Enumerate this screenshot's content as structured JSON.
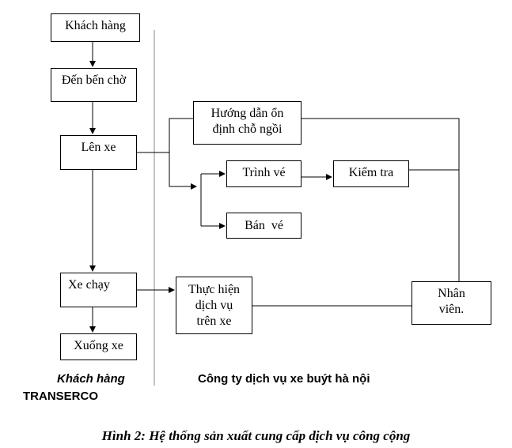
{
  "customer_steps": {
    "s1": "Khách hàng",
    "s2": "Đến bến chờ",
    "s3": "Lên xe",
    "s4": "Xe chạy",
    "s5": "Xuống xe"
  },
  "company_steps": {
    "guide_l1": "Hướng dẫn ổn",
    "guide_l2": "định chỗ ngồi",
    "show_ticket": "Trình vé",
    "check": "Kiểm tra",
    "sell_ticket": "Bán  vé",
    "service_l1": "Thực hiện",
    "service_l2": "dịch vụ",
    "service_l3": "trên xe",
    "staff_l1": "Nhân",
    "staff_l2": "viên."
  },
  "labels": {
    "customer_lane": "Khách hàng",
    "transerco": "TRANSERCO",
    "company_lane": "Công ty dịch vụ xe buýt hà nội"
  },
  "caption": "Hình 2: Hệ thống sản xuất cung cấp dịch vụ công cộng"
}
